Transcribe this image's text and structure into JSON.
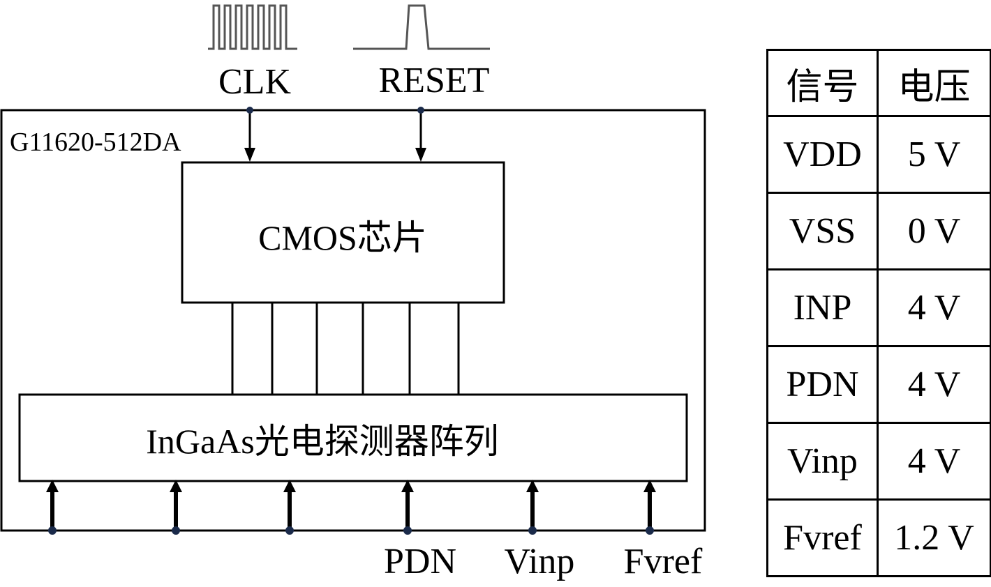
{
  "diagram": {
    "module_label": "G11620-512DA",
    "cmos_label": "CMOS芯片",
    "array_label": "InGaAs光电探测器阵列",
    "inputs_top": [
      {
        "id": "clk",
        "label": "CLK",
        "waveform": "clock"
      },
      {
        "id": "reset",
        "label": "RESET",
        "waveform": "pulse"
      }
    ],
    "inputs_bottom": [
      "",
      "",
      "",
      "PDN",
      "Vinp",
      "Fvref"
    ]
  },
  "table": {
    "headers": [
      "信号",
      "电压"
    ],
    "rows": [
      [
        "VDD",
        "5 V"
      ],
      [
        "VSS",
        "0 V"
      ],
      [
        "INP",
        "4 V"
      ],
      [
        "PDN",
        "4 V"
      ],
      [
        "Vinp",
        "4 V"
      ],
      [
        "Fvref",
        "1.2 V"
      ]
    ]
  }
}
